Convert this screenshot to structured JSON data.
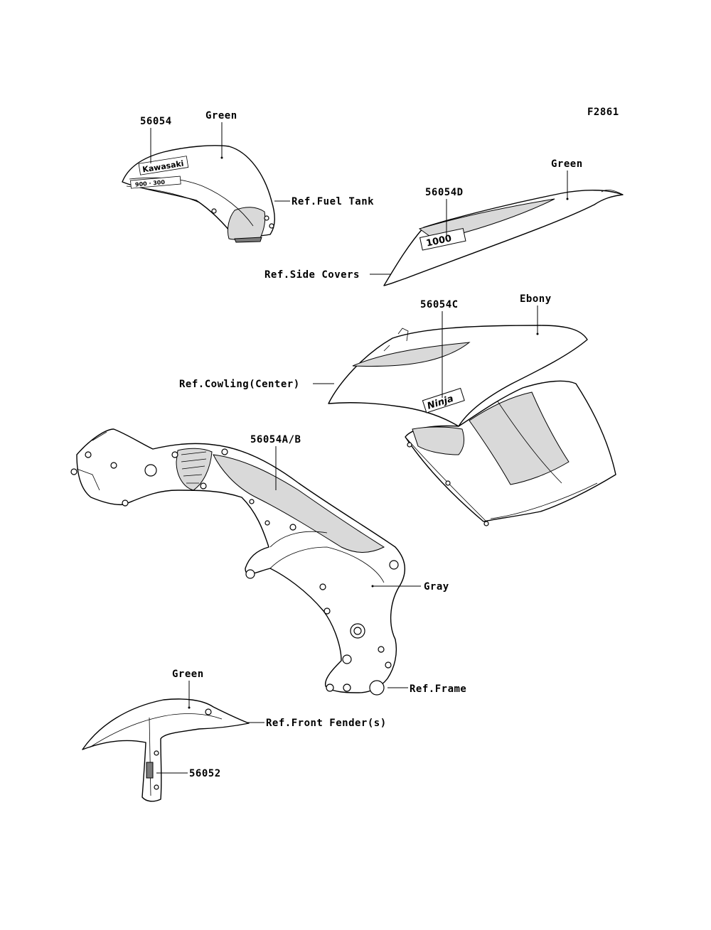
{
  "figure_code": "F2861",
  "labels": {
    "tank_part": "56054",
    "tank_color": "Green",
    "ref_fuel_tank": "Ref.Fuel Tank",
    "side_part": "56054D",
    "side_color": "Green",
    "ref_side_covers": "Ref.Side Covers",
    "cowl_part": "56054C",
    "cowl_color": "Ebony",
    "ref_cowling": "Ref.Cowling(Center)",
    "frame_part": "56054A/B",
    "frame_color": "Gray",
    "ref_frame": "Ref.Frame",
    "fender_color": "Green",
    "ref_front_fender": "Ref.Front Fender(s)",
    "fender_part": "56052"
  },
  "decal_text": {
    "tank_logo": "Kawasaki",
    "tank_sub": "900 · 300",
    "side_logo": "1000",
    "cowl_logo": "Ninja"
  }
}
